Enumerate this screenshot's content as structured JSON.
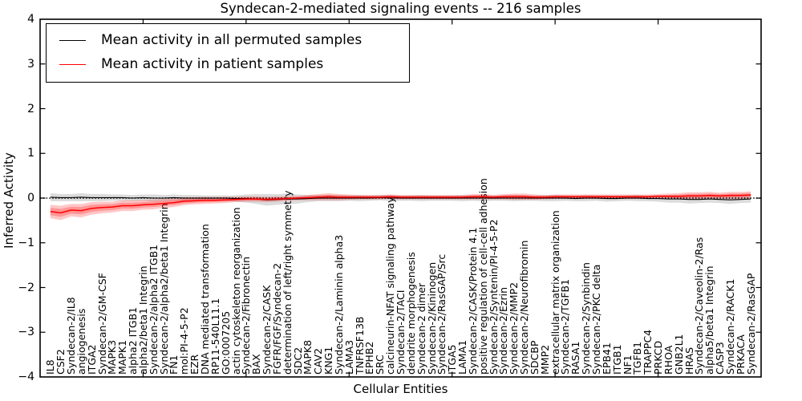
{
  "chart_data": {
    "type": "line",
    "title": "Syndecan-2-mediated signaling events -- 216 samples",
    "xlabel": "Cellular Entities",
    "ylabel": "Inferred Activity",
    "ylim": [
      -4,
      4
    ],
    "yticks": [
      -4,
      -3,
      -2,
      -1,
      0,
      1,
      2,
      3,
      4
    ],
    "grid": false,
    "legend_position": "upper left",
    "zero_reference_line": true,
    "categories": [
      "IL8",
      "CSF2",
      "Syndecan-2/IL8",
      "angiogenesis",
      "ITGA2",
      "Syndecan-2/GM-CSF",
      "MAPK3",
      "MAPK1",
      "alpha2 ITGB1",
      "alpha2/beta1 Integrin",
      "Syndecan-2/alpha2 ITGB1",
      "Syndecan-2/alpha2/beta1 Integrin",
      "FN1",
      "mol:PI-4-5-P2",
      "EZR",
      "DNA mediated transformation",
      "RP11-540L11.1",
      "GO:0007205",
      "actin cytoskeleton reorganization",
      "Syndecan-2/Fibronectin",
      "BAX",
      "Syndecan-2/CASK",
      "FGFR/FGF/Syndecan-2",
      "determination of left/right symmetry",
      "SDC2",
      "MAPK8",
      "CAV2",
      "KNG1",
      "Syndecan-2/Laminin alpha3",
      "LAMA3",
      "TNFRSF13B",
      "EPHB2",
      "SRC",
      "calcineurin-NFAT signaling pathway",
      "Syndecan-2/TACI",
      "dendrite morphogenesis",
      "Syndecan-2 dimer",
      "Syndecan-2/Kininogen",
      "Syndecan-2/RasGAP/Src",
      "ITGA5",
      "LAMA1",
      "Syndecan-2/CASK/Protein 4.1",
      "positive regulation of cell-cell adhesion",
      "Syndecan-2/Syntenin/PI-4-5-P2",
      "Syndecan-2/Ezrin",
      "Syndecan-2/MMP2",
      "Syndecan-2/Neurofibromin",
      "SDCBP",
      "MMP2",
      "extracellular matrix organization",
      "Syndecan-2/TGFB1",
      "RASA1",
      "Syndecan-2/Synbindin",
      "Syndecan-2/PKC delta",
      "EPB41",
      "ITGB1",
      "NF1",
      "TGFB1",
      "TRAPPC4",
      "PRKCD",
      "RHOA",
      "GNB2L1",
      "HRAS",
      "Syndecan-2/Caveolin-2/Ras",
      "alpha5/beta1 Integrin",
      "CASP3",
      "Syndecan-2/RACK1",
      "PRKACA",
      "Syndecan-2/RasGAP"
    ],
    "series": [
      {
        "name": "Mean activity in all permuted samples",
        "color": "#000000",
        "band_color": "#000000",
        "band_alpha": 0.14,
        "values": [
          0.02,
          0.01,
          0.01,
          0.02,
          0.01,
          0.01,
          0.01,
          0.01,
          0.0,
          0.01,
          0.0,
          0.0,
          0.01,
          0.0,
          0.0,
          0.0,
          0.0,
          0.0,
          -0.01,
          -0.01,
          -0.02,
          -0.04,
          -0.03,
          -0.02,
          -0.02,
          -0.01,
          0.0,
          0.0,
          0.0,
          0.0,
          0.0,
          0.0,
          0.01,
          0.0,
          0.0,
          0.0,
          0.0,
          0.0,
          0.0,
          0.0,
          0.0,
          0.0,
          0.0,
          0.0,
          0.0,
          0.0,
          0.0,
          0.0,
          0.0,
          0.0,
          0.0,
          -0.01,
          0.0,
          0.0,
          -0.01,
          -0.01,
          0.0,
          0.0,
          -0.01,
          -0.01,
          -0.02,
          -0.02,
          -0.03,
          -0.03,
          -0.02,
          -0.03,
          -0.04,
          -0.03,
          -0.02
        ],
        "band_halfwidth": [
          0.09,
          0.08,
          0.08,
          0.09,
          0.08,
          0.08,
          0.07,
          0.07,
          0.07,
          0.07,
          0.08,
          0.07,
          0.07,
          0.07,
          0.07,
          0.06,
          0.06,
          0.06,
          0.07,
          0.09,
          0.11,
          0.13,
          0.12,
          0.12,
          0.1,
          0.08,
          0.07,
          0.07,
          0.07,
          0.06,
          0.07,
          0.06,
          0.06,
          0.07,
          0.06,
          0.06,
          0.07,
          0.06,
          0.06,
          0.06,
          0.07,
          0.06,
          0.07,
          0.06,
          0.06,
          0.07,
          0.06,
          0.06,
          0.07,
          0.07,
          0.06,
          0.06,
          0.07,
          0.06,
          0.07,
          0.06,
          0.06,
          0.07,
          0.06,
          0.07,
          0.08,
          0.08,
          0.09,
          0.08,
          0.08,
          0.08,
          0.09,
          0.08,
          0.08
        ]
      },
      {
        "name": "Mean activity in patient samples",
        "color": "#ff0000",
        "band_color": "#ff0000",
        "band_alpha": 0.22,
        "values": [
          -0.3,
          -0.33,
          -0.27,
          -0.28,
          -0.23,
          -0.21,
          -0.2,
          -0.17,
          -0.17,
          -0.15,
          -0.14,
          -0.12,
          -0.1,
          -0.07,
          -0.06,
          -0.05,
          -0.05,
          -0.04,
          -0.03,
          -0.02,
          -0.02,
          -0.03,
          -0.02,
          -0.01,
          0.0,
          0.01,
          0.02,
          0.03,
          0.02,
          0.02,
          0.02,
          0.02,
          0.02,
          0.03,
          0.02,
          0.02,
          0.02,
          0.02,
          0.02,
          0.02,
          0.02,
          0.03,
          0.03,
          0.02,
          0.03,
          0.03,
          0.03,
          0.02,
          0.02,
          0.03,
          0.03,
          0.03,
          0.03,
          0.03,
          0.03,
          0.03,
          0.03,
          0.03,
          0.03,
          0.04,
          0.04,
          0.04,
          0.05,
          0.05,
          0.06,
          0.05,
          0.06,
          0.06,
          0.07
        ],
        "band_halfwidth": [
          0.15,
          0.16,
          0.14,
          0.15,
          0.14,
          0.13,
          0.12,
          0.12,
          0.12,
          0.11,
          0.11,
          0.1,
          0.1,
          0.09,
          0.08,
          0.08,
          0.07,
          0.07,
          0.06,
          0.06,
          0.06,
          0.06,
          0.06,
          0.05,
          0.05,
          0.06,
          0.07,
          0.08,
          0.07,
          0.06,
          0.05,
          0.05,
          0.05,
          0.05,
          0.05,
          0.05,
          0.05,
          0.05,
          0.05,
          0.05,
          0.05,
          0.06,
          0.06,
          0.05,
          0.06,
          0.07,
          0.07,
          0.06,
          0.05,
          0.05,
          0.05,
          0.05,
          0.05,
          0.05,
          0.05,
          0.05,
          0.05,
          0.05,
          0.05,
          0.05,
          0.06,
          0.07,
          0.08,
          0.08,
          0.08,
          0.07,
          0.08,
          0.08,
          0.08
        ]
      }
    ]
  }
}
